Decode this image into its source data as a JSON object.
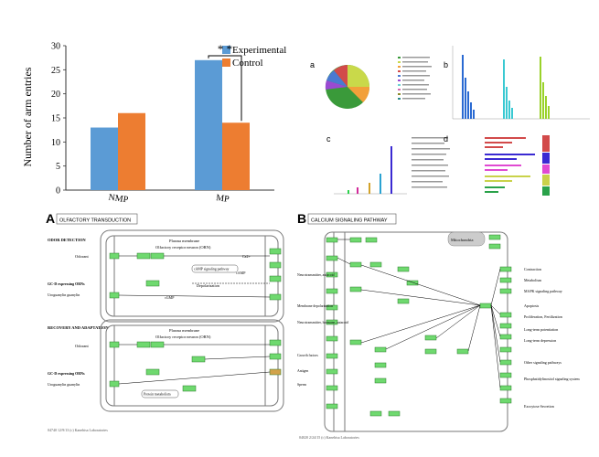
{
  "bar_chart": {
    "ylabel": "Number of arm entries",
    "significance": "* *",
    "legend": [
      {
        "name": "Experimental",
        "color": "#5b9bd5"
      },
      {
        "name": "Control",
        "color": "#ed7d31"
      }
    ]
  },
  "chart_data": {
    "type": "bar",
    "categories": [
      "NMP",
      "MP"
    ],
    "series": [
      {
        "name": "Experimental",
        "values": [
          13,
          27
        ]
      },
      {
        "name": "Control",
        "values": [
          16,
          14
        ]
      }
    ],
    "ylabel": "Number of arm entries",
    "ylim": [
      0,
      30
    ],
    "yticks": [
      0,
      5,
      10,
      15,
      20,
      25,
      30
    ],
    "grid": false,
    "legend": "top-right",
    "annotation": "* *"
  },
  "mini_panels": {
    "a": "a",
    "b": "b",
    "c": "c",
    "d": "d"
  },
  "pathway_a": {
    "letter": "A",
    "title": "OLFACTORY TRANSDUCTION",
    "section1": "ODOR DETECTION",
    "section2": "RECOVERY AND ADAPTATION",
    "gc_label": "GC-D expressing ORNs",
    "membrane": "Plasma membrane",
    "receptor": "Olfactory receptor neuron (ORN)",
    "odorant": "Odorant",
    "uroguanylin": "Uroguanylin guanylin",
    "camp_pathway": "cAMP signaling pathway",
    "depolarization": "Depolarization",
    "camp": "cAMP",
    "cgmp": "cGMP",
    "ca": "Ca2+",
    "protein_metab": "Protein metabolism",
    "footer": "04740 12/9/13 (c) Kanehisa Laboratories"
  },
  "pathway_b": {
    "letter": "B",
    "title": "CALCIUM SIGNALING PATHWAY",
    "mito": "Mitochondria",
    "outputs": [
      "Contraction",
      "Metabolism",
      "MAPK signaling pathway",
      "Apoptosis",
      "Proliferation, Fertilization",
      "Long-term potentiation",
      "Long-term depression",
      "Other signaling pathways",
      "Phosphatidylinositol signaling system",
      "Exocytose Secretion"
    ],
    "inputs": [
      "Neurotransmitter, autacoid",
      "Membrane depolarization",
      "Neurotransmitter, hormone, autacoid",
      "Growth factors",
      "Antigen",
      "Sperm"
    ],
    "footer": "04020 2/24/15 (c) Kanehisa Laboratories"
  }
}
